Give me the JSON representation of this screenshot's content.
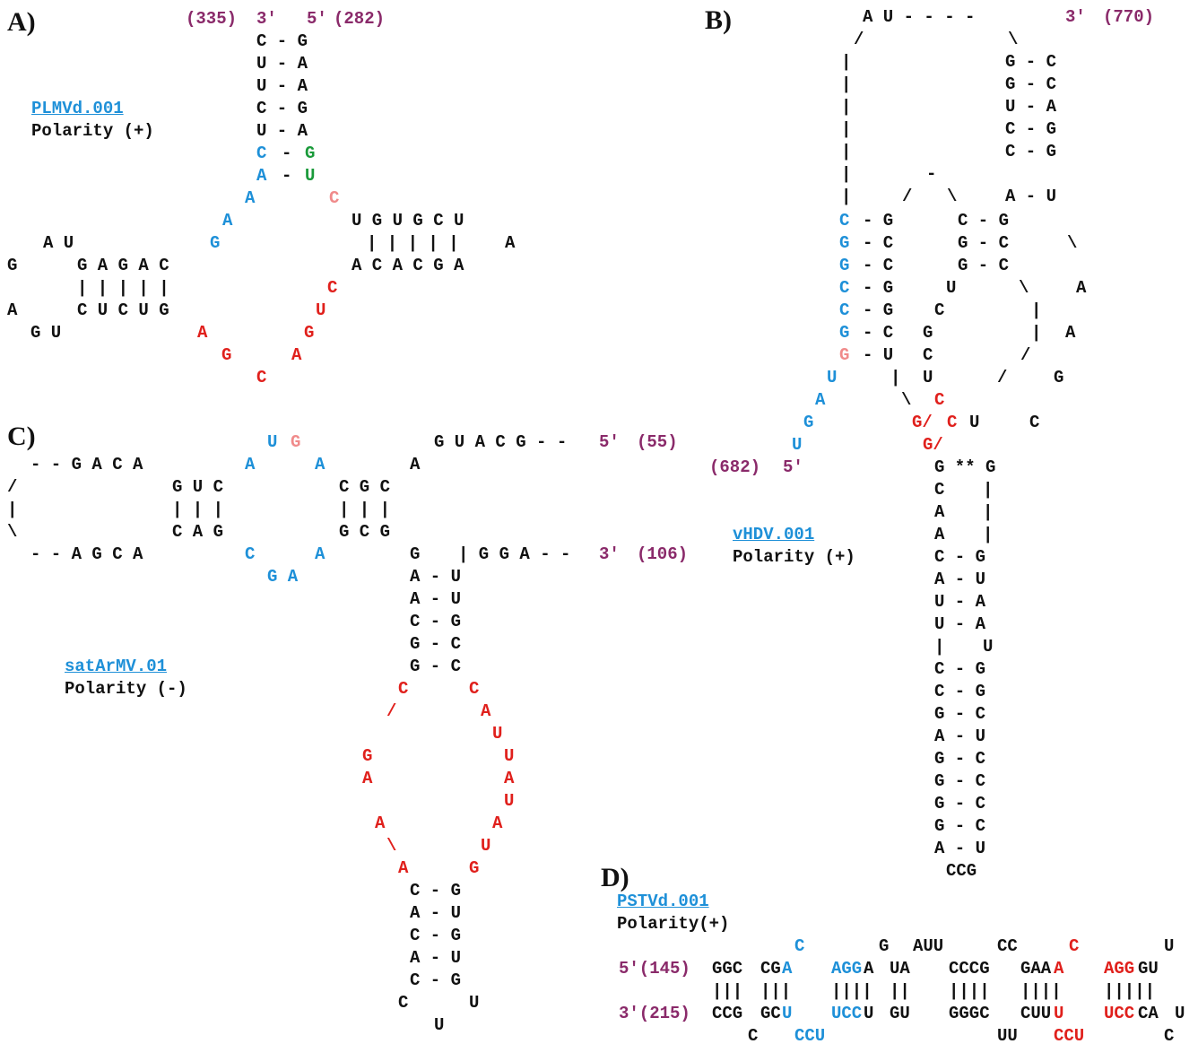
{
  "colors": {
    "black": "#111111",
    "blue": "#1e90d8",
    "red": "#e0201c",
    "pink": "#f08a8a",
    "green": "#1a9a3a",
    "purple": "#8a2a6a"
  },
  "panel_labels": [
    "A)",
    "B)",
    "C)",
    "D)"
  ],
  "names": {
    "a": "PLMVd.001",
    "b": "vHDV.001",
    "c": "satArMV.01",
    "d": "PSTVd.001"
  },
  "polarities": {
    "a": "Polarity (+)",
    "b": "Polarity (+)",
    "c": "Polarity (-)",
    "d": "Polarity(+)"
  },
  "positions": {
    "a_3": "(335)",
    "a_5": "(282)",
    "b_3": "(770)",
    "b_5": "(682)",
    "c_5": "(55)",
    "c_3": "(106)",
    "d_5": "5'(145)",
    "d_3": "3'(215)"
  },
  "ends": {
    "three": "3'",
    "five": "5'"
  },
  "diagram_a": [
    {
      "t": "C - G",
      "c": "bk"
    },
    {
      "t": "U - A",
      "c": "bk"
    },
    {
      "t": "U - A",
      "c": "bk"
    },
    {
      "t": "C - G",
      "c": "bk"
    },
    {
      "t": "U - A",
      "c": "bk"
    },
    {
      "t": "C",
      "c": "bl"
    },
    {
      "t": "-",
      "c": "bk"
    },
    {
      "t": "G",
      "c": "gr"
    },
    {
      "t": "A",
      "c": "bl"
    },
    {
      "t": "-",
      "c": "bk"
    },
    {
      "t": "U",
      "c": "gr"
    },
    {
      "t": "A",
      "c": "bl"
    },
    {
      "t": "C",
      "c": "pk"
    },
    {
      "t": "A",
      "c": "bl"
    },
    {
      "t": "G",
      "c": "bl"
    },
    {
      "t": "U G U G C U",
      "c": "bk"
    },
    {
      "t": "| | | | |",
      "c": "bk"
    },
    {
      "t": "A",
      "c": "bk"
    },
    {
      "t": "A C A C G A",
      "c": "bk"
    },
    {
      "t": "A U",
      "c": "bk"
    },
    {
      "t": "G",
      "c": "bk"
    },
    {
      "t": "G A G A C",
      "c": "bk"
    },
    {
      "t": "| | | | |",
      "c": "bk"
    },
    {
      "t": "A",
      "c": "bk"
    },
    {
      "t": "C U C U G",
      "c": "bk"
    },
    {
      "t": "G U",
      "c": "bk"
    },
    {
      "t": "C",
      "c": "rd"
    },
    {
      "t": "U",
      "c": "rd"
    },
    {
      "t": "A",
      "c": "rd"
    },
    {
      "t": "G",
      "c": "rd"
    },
    {
      "t": "G",
      "c": "rd"
    },
    {
      "t": "A",
      "c": "rd"
    },
    {
      "t": "C",
      "c": "rd"
    }
  ],
  "diagram_b": [
    {
      "t": "A U - - - -",
      "c": "bk"
    },
    {
      "t": "/",
      "c": "bk"
    },
    {
      "t": "\\",
      "c": "bk"
    },
    {
      "t": "G - C",
      "c": "bk"
    },
    {
      "t": "G - C",
      "c": "bk"
    },
    {
      "t": "U - A",
      "c": "bk"
    },
    {
      "t": "C - G",
      "c": "bk"
    },
    {
      "t": "C - G",
      "c": "bk"
    },
    {
      "t": "A - U",
      "c": "bk"
    },
    {
      "t": "|",
      "c": "bk"
    },
    {
      "t": "|",
      "c": "bk"
    },
    {
      "t": "|",
      "c": "bk"
    },
    {
      "t": "|",
      "c": "bk"
    },
    {
      "t": "|",
      "c": "bk"
    },
    {
      "t": "|",
      "c": "bk"
    },
    {
      "t": "|",
      "c": "bk"
    },
    {
      "t": "-",
      "c": "bk"
    },
    {
      "t": "/",
      "c": "bk"
    },
    {
      "t": "\\",
      "c": "bk"
    },
    {
      "t": "C",
      "c": "bl"
    },
    {
      "t": "- G",
      "c": "bk"
    },
    {
      "t": "C - G",
      "c": "bk"
    },
    {
      "t": "G",
      "c": "bl"
    },
    {
      "t": "- C",
      "c": "bk"
    },
    {
      "t": "G - C",
      "c": "bk"
    },
    {
      "t": "\\",
      "c": "bk"
    },
    {
      "t": "G",
      "c": "bl"
    },
    {
      "t": "- C",
      "c": "bk"
    },
    {
      "t": "G - C",
      "c": "bk"
    },
    {
      "t": "C",
      "c": "bl"
    },
    {
      "t": "- G",
      "c": "bk"
    },
    {
      "t": "U",
      "c": "bk"
    },
    {
      "t": "\\",
      "c": "bk"
    },
    {
      "t": "A",
      "c": "bk"
    },
    {
      "t": "C",
      "c": "bl"
    },
    {
      "t": "- G",
      "c": "bk"
    },
    {
      "t": "C",
      "c": "bk"
    },
    {
      "t": "|",
      "c": "bk"
    },
    {
      "t": "G",
      "c": "bl"
    },
    {
      "t": "- C",
      "c": "bk"
    },
    {
      "t": "G",
      "c": "bk"
    },
    {
      "t": "|",
      "c": "bk"
    },
    {
      "t": "A",
      "c": "bk"
    },
    {
      "t": "G",
      "c": "pk"
    },
    {
      "t": "- U",
      "c": "bk"
    },
    {
      "t": "C",
      "c": "bk"
    },
    {
      "t": "/",
      "c": "bk"
    },
    {
      "t": "U",
      "c": "bl"
    },
    {
      "t": "|",
      "c": "bk"
    },
    {
      "t": "U",
      "c": "bk"
    },
    {
      "t": "/",
      "c": "bk"
    },
    {
      "t": "G",
      "c": "bk"
    },
    {
      "t": "A",
      "c": "bl"
    },
    {
      "t": "\\",
      "c": "bk"
    },
    {
      "t": "C",
      "c": "rd"
    },
    {
      "t": "G",
      "c": "bl"
    },
    {
      "t": "G/",
      "c": "rd"
    },
    {
      "t": "C",
      "c": "rd"
    },
    {
      "t": "U",
      "c": "bk"
    },
    {
      "t": "C",
      "c": "bk"
    },
    {
      "t": "U",
      "c": "bl"
    },
    {
      "t": "G/",
      "c": "rd"
    },
    {
      "t": "G ** G",
      "c": "bk"
    },
    {
      "t": "C",
      "c": "bk"
    },
    {
      "t": "|",
      "c": "bk"
    },
    {
      "t": "A",
      "c": "bk"
    },
    {
      "t": "|",
      "c": "bk"
    },
    {
      "t": "A",
      "c": "bk"
    },
    {
      "t": "|",
      "c": "bk"
    },
    {
      "t": "C - G",
      "c": "bk"
    },
    {
      "t": "A - U",
      "c": "bk"
    },
    {
      "t": "U - A",
      "c": "bk"
    },
    {
      "t": "U - A",
      "c": "bk"
    },
    {
      "t": "|",
      "c": "bk"
    },
    {
      "t": "U",
      "c": "bk"
    },
    {
      "t": "C - G",
      "c": "bk"
    },
    {
      "t": "C - G",
      "c": "bk"
    },
    {
      "t": "G - C",
      "c": "bk"
    },
    {
      "t": "A - U",
      "c": "bk"
    },
    {
      "t": "G - C",
      "c": "bk"
    },
    {
      "t": "G - C",
      "c": "bk"
    },
    {
      "t": "G - C",
      "c": "bk"
    },
    {
      "t": "G - C",
      "c": "bk"
    },
    {
      "t": "A - U",
      "c": "bk"
    },
    {
      "t": "CCG",
      "c": "bk"
    }
  ],
  "diagram_c": [
    {
      "t": "U",
      "c": "bl"
    },
    {
      "t": "G",
      "c": "pk"
    },
    {
      "t": "G U A C G - -",
      "c": "bk"
    },
    {
      "t": "- - G A C A",
      "c": "bk"
    },
    {
      "t": "A",
      "c": "bl"
    },
    {
      "t": "A",
      "c": "bl"
    },
    {
      "t": "A",
      "c": "bk"
    },
    {
      "t": "/",
      "c": "bk"
    },
    {
      "t": "G U C",
      "c": "bk"
    },
    {
      "t": "C G C",
      "c": "bk"
    },
    {
      "t": "|",
      "c": "bk"
    },
    {
      "t": "| | |",
      "c": "bk"
    },
    {
      "t": "| | |",
      "c": "bk"
    },
    {
      "t": "\\",
      "c": "bk"
    },
    {
      "t": "C A G",
      "c": "bk"
    },
    {
      "t": "G C G",
      "c": "bk"
    },
    {
      "t": "- - A G C A",
      "c": "bk"
    },
    {
      "t": "C",
      "c": "bl"
    },
    {
      "t": "A",
      "c": "bl"
    },
    {
      "t": "G",
      "c": "bk"
    },
    {
      "t": "| G G A - -",
      "c": "bk"
    },
    {
      "t": "G A",
      "c": "bl"
    },
    {
      "t": "A - U",
      "c": "bk"
    },
    {
      "t": "A - U",
      "c": "bk"
    },
    {
      "t": "C - G",
      "c": "bk"
    },
    {
      "t": "G - C",
      "c": "bk"
    },
    {
      "t": "G - C",
      "c": "bk"
    },
    {
      "t": "C",
      "c": "rd"
    },
    {
      "t": "C",
      "c": "rd"
    },
    {
      "t": "/",
      "c": "rd"
    },
    {
      "t": "A",
      "c": "rd"
    },
    {
      "t": "U",
      "c": "rd"
    },
    {
      "t": "G",
      "c": "rd"
    },
    {
      "t": "U",
      "c": "rd"
    },
    {
      "t": "A",
      "c": "rd"
    },
    {
      "t": "A",
      "c": "rd"
    },
    {
      "t": "U",
      "c": "rd"
    },
    {
      "t": "A",
      "c": "rd"
    },
    {
      "t": "A",
      "c": "rd"
    },
    {
      "t": "\\",
      "c": "rd"
    },
    {
      "t": "U",
      "c": "rd"
    },
    {
      "t": "A",
      "c": "rd"
    },
    {
      "t": "G",
      "c": "rd"
    },
    {
      "t": "C - G",
      "c": "bk"
    },
    {
      "t": "A - U",
      "c": "bk"
    },
    {
      "t": "C - G",
      "c": "bk"
    },
    {
      "t": "A - U",
      "c": "bk"
    },
    {
      "t": "C - G",
      "c": "bk"
    },
    {
      "t": "C",
      "c": "bk"
    },
    {
      "t": "U",
      "c": "bk"
    },
    {
      "t": "U",
      "c": "bk"
    }
  ],
  "diagram_d": [
    {
      "t": "C",
      "c": "bl"
    },
    {
      "t": "G",
      "c": "bk"
    },
    {
      "t": "AUU",
      "c": "bk"
    },
    {
      "t": "CC",
      "c": "bk"
    },
    {
      "t": "C",
      "c": "rd"
    },
    {
      "t": "U",
      "c": "bk"
    },
    {
      "t": "GGC",
      "c": "bk"
    },
    {
      "t": "CG",
      "c": "bk"
    },
    {
      "t": "A",
      "c": "bl"
    },
    {
      "t": "AGG",
      "c": "bl"
    },
    {
      "t": "A",
      "c": "bk"
    },
    {
      "t": "UA",
      "c": "bk"
    },
    {
      "t": "CCCG",
      "c": "bk"
    },
    {
      "t": "GAA",
      "c": "bk"
    },
    {
      "t": "A",
      "c": "rd"
    },
    {
      "t": "AGG",
      "c": "rd"
    },
    {
      "t": "GU",
      "c": "bk"
    },
    {
      "t": "|||",
      "c": "bk"
    },
    {
      "t": "|||",
      "c": "bk"
    },
    {
      "t": "||||",
      "c": "bk"
    },
    {
      "t": "||",
      "c": "bk"
    },
    {
      "t": "||||",
      "c": "bk"
    },
    {
      "t": "||||",
      "c": "bk"
    },
    {
      "t": "|||||",
      "c": "bk"
    },
    {
      "t": "CCG",
      "c": "bk"
    },
    {
      "t": "GC",
      "c": "bk"
    },
    {
      "t": "U",
      "c": "bl"
    },
    {
      "t": "UCC",
      "c": "bl"
    },
    {
      "t": "U",
      "c": "bk"
    },
    {
      "t": "GU",
      "c": "bk"
    },
    {
      "t": "GGGC",
      "c": "bk"
    },
    {
      "t": "CUU",
      "c": "bk"
    },
    {
      "t": "U",
      "c": "rd"
    },
    {
      "t": "UCC",
      "c": "rd"
    },
    {
      "t": "CA",
      "c": "bk"
    },
    {
      "t": "U",
      "c": "bk"
    },
    {
      "t": "C",
      "c": "bk"
    },
    {
      "t": "CCU",
      "c": "bl"
    },
    {
      "t": "UU",
      "c": "bk"
    },
    {
      "t": "CCU",
      "c": "rd"
    },
    {
      "t": "C",
      "c": "bk"
    }
  ]
}
